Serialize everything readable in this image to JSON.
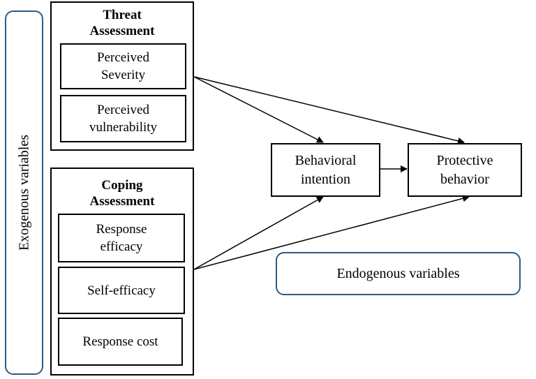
{
  "exogenous": {
    "label": "Exogenous variables"
  },
  "threat": {
    "title_line1": "Threat",
    "title_line2": "Assessment",
    "items": [
      {
        "line1": "Perceived",
        "line2": "Severity"
      },
      {
        "line1": "Perceived",
        "line2": "vulnerability"
      }
    ]
  },
  "coping": {
    "title_line1": "Coping",
    "title_line2": "Assessment",
    "items": [
      {
        "line1": "Response",
        "line2": "efficacy"
      },
      {
        "line1": "Self-efficacy",
        "line2": ""
      },
      {
        "line1": "Response cost",
        "line2": ""
      }
    ]
  },
  "behavioral_intention": {
    "line1": "Behavioral",
    "line2": "intention"
  },
  "protective_behavior": {
    "line1": "Protective",
    "line2": "behavior"
  },
  "endogenous": {
    "label": "Endogenous variables"
  },
  "colors": {
    "frame_blue": "#2b5a86",
    "line": "#000000"
  }
}
